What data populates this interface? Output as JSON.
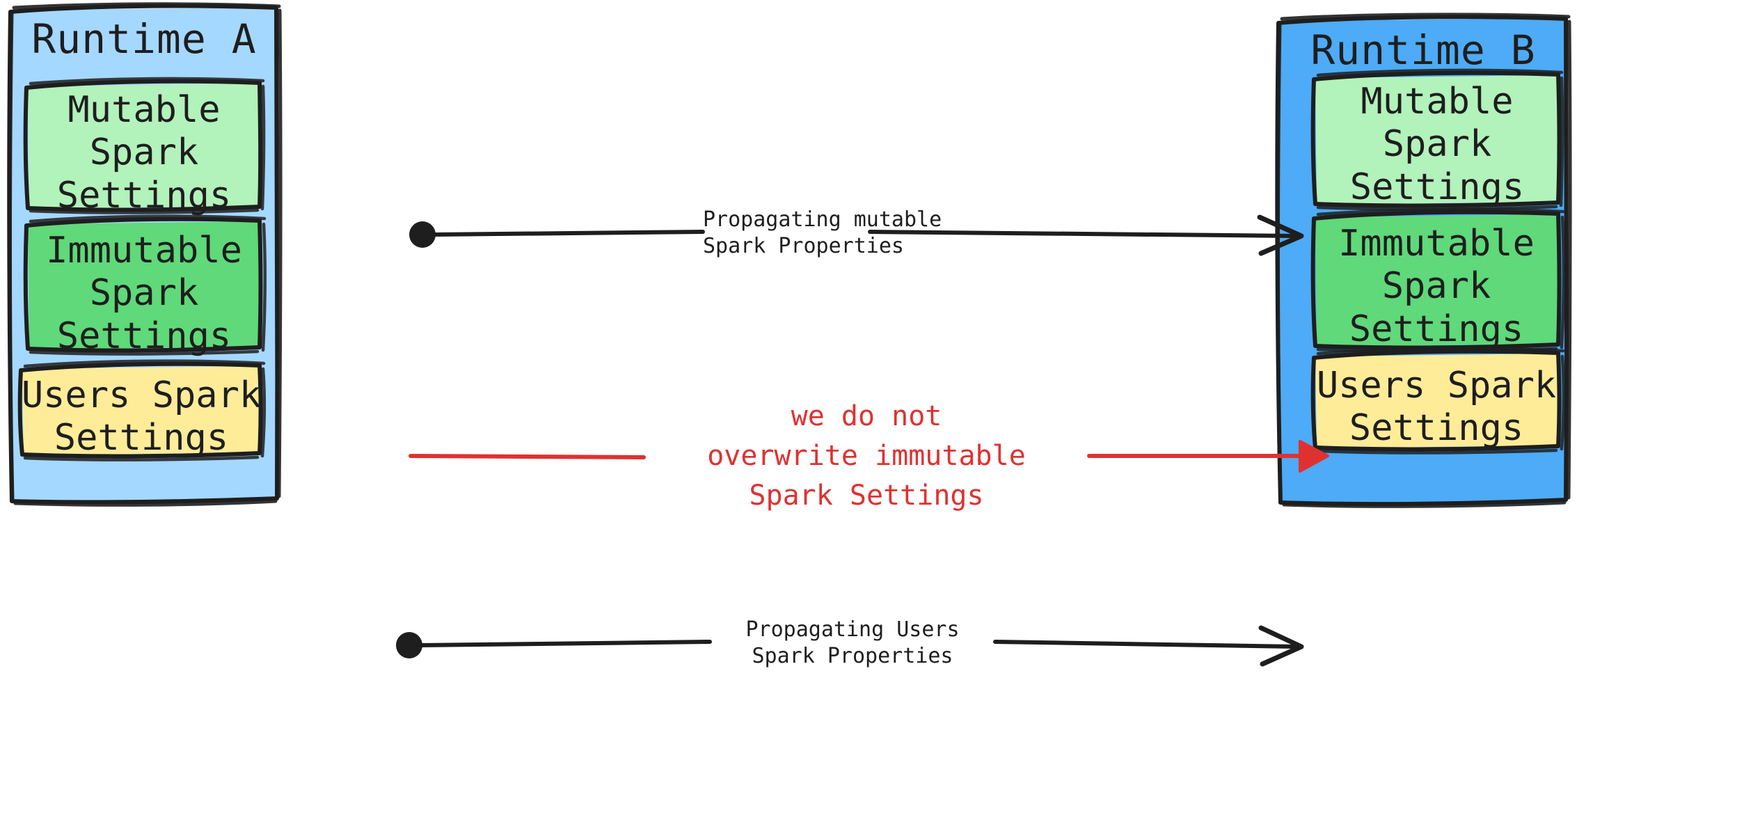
{
  "diagram": {
    "title": "Spark settings propagation between runtimes",
    "background": "#ffffff",
    "colors": {
      "runtime_a_fill": "#a5d8ff",
      "runtime_b_fill": "#4dabf7",
      "mutable_fill": "#b2f2bb",
      "immutable_fill": "#5fd97a",
      "users_fill": "#ffec99",
      "stroke": "#1e1e1e",
      "red_accent": "#e03131"
    }
  },
  "panels": [
    {
      "id": "runtime-a",
      "title": "Runtime A",
      "fill": "#a5d8ff",
      "boxes": [
        {
          "id": "mutable",
          "label": "Mutable\nSpark\nSettings",
          "fill": "#b2f2bb"
        },
        {
          "id": "immutable",
          "label": "Immutable\nSpark\nSettings",
          "fill": "#5fd97a"
        },
        {
          "id": "users",
          "label": "Users Spark\nSettings",
          "fill": "#ffec99"
        }
      ]
    },
    {
      "id": "runtime-b",
      "title": "Runtime B",
      "fill": "#4dabf7",
      "boxes": [
        {
          "id": "mutable",
          "label": "Mutable\nSpark\nSettings",
          "fill": "#b2f2bb"
        },
        {
          "id": "immutable",
          "label": "Immutable\nSpark\nSettings",
          "fill": "#5fd97a"
        },
        {
          "id": "users",
          "label": "Users Spark\nSettings",
          "fill": "#ffec99"
        }
      ]
    }
  ],
  "connections": [
    {
      "id": "mutable-propagation",
      "label": "Propagating mutable\nSpark Properties",
      "color": "#1e1e1e",
      "from": "runtime-a.mutable",
      "to": "runtime-b.mutable",
      "start_marker": "dot",
      "end_marker": "open-arrow"
    },
    {
      "id": "immutable-no-overwrite",
      "label": "we do not\noverwrite immutable\nSpark Settings",
      "color": "#e03131",
      "from": "runtime-a.immutable",
      "to": "runtime-b.immutable",
      "start_marker": "none",
      "end_marker": "filled-arrow"
    },
    {
      "id": "users-propagation",
      "label": "Propagating Users\nSpark Properties",
      "color": "#1e1e1e",
      "from": "runtime-a.users",
      "to": "runtime-b.users",
      "start_marker": "dot",
      "end_marker": "open-arrow"
    }
  ]
}
